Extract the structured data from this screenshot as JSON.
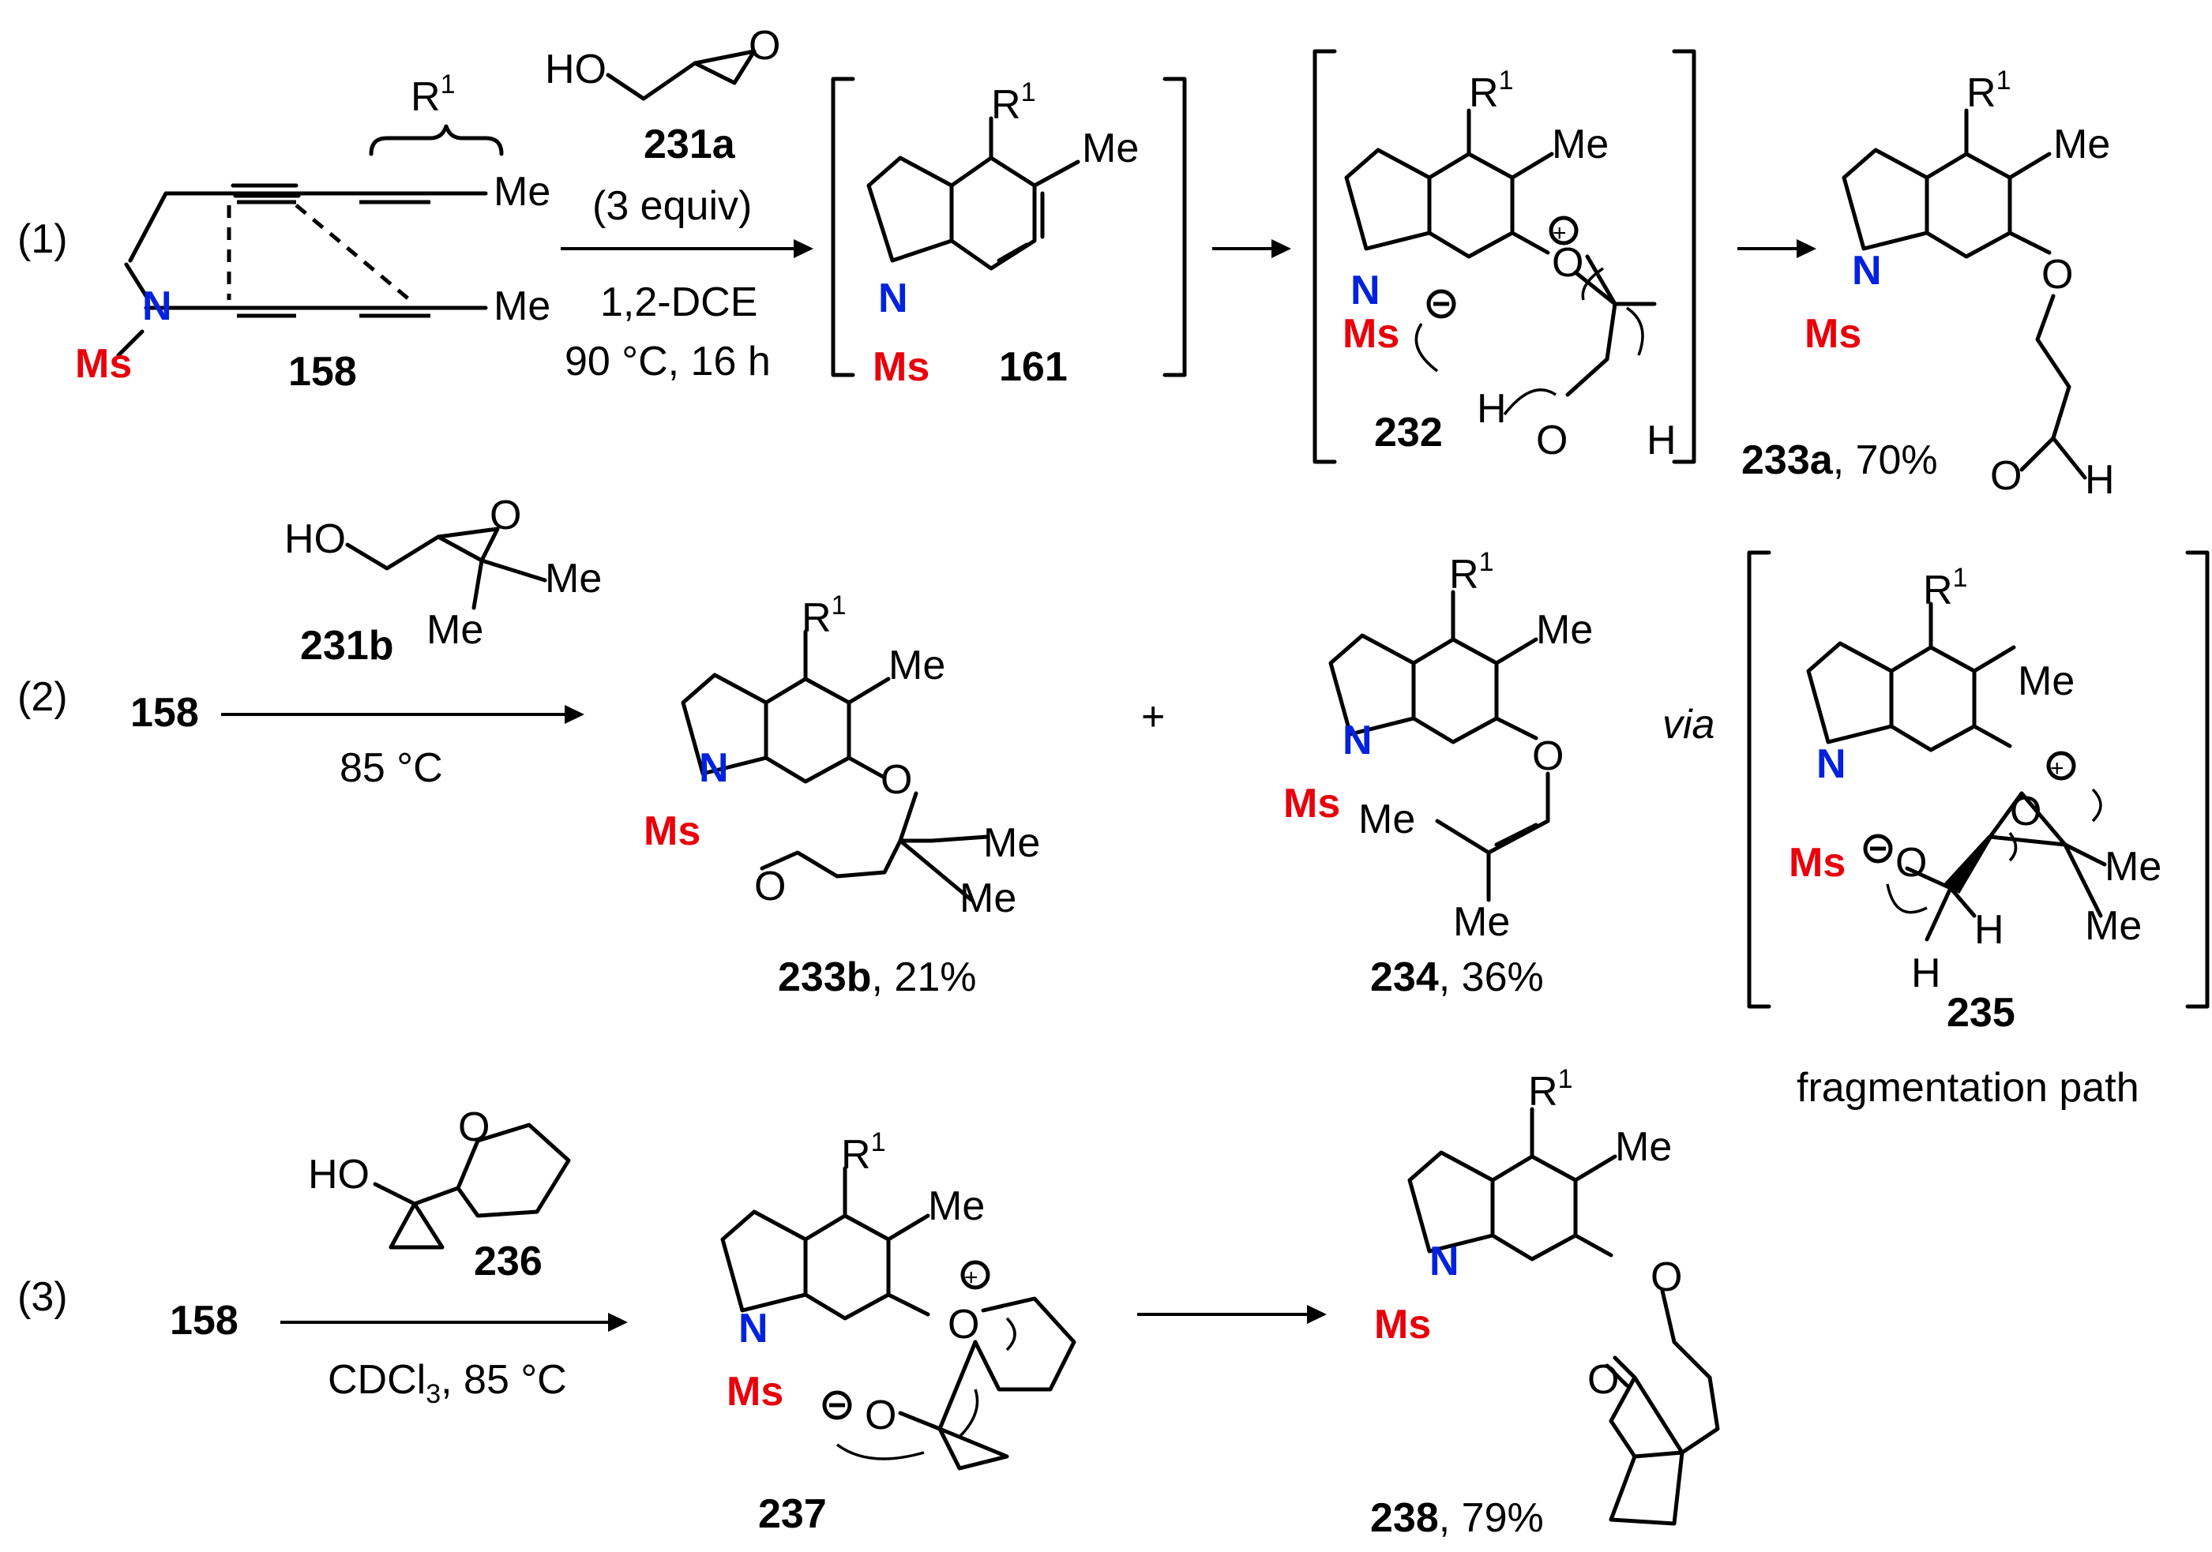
{
  "reactions": {
    "r1": {
      "label": "(1)",
      "reagent_name": "231a",
      "reagent_equiv": "(3 equiv)",
      "solvent": "1,2-DCE",
      "conditions": "90 °C, 16 h",
      "start_label": "158",
      "intermediate1": "161",
      "intermediate2": "232",
      "product": "233a",
      "product_yield": ", 70%"
    },
    "r2": {
      "label": "(2)",
      "start_label": "158",
      "reagent_name": "231b",
      "conditions": "85 °C",
      "product1": "233b",
      "product1_yield": ", 21%",
      "product2": "234",
      "product2_yield": ", 36%",
      "via": "via",
      "intermediate": "235",
      "path_note": "fragmentation path"
    },
    "r3": {
      "label": "(3)",
      "start_label": "158",
      "reagent_name": "236",
      "solvent": "CDCl",
      "solvent_sub": "3",
      "conditions_rest": ", 85 °C",
      "intermediate": "237",
      "product": "238",
      "product_yield": ", 79%"
    }
  },
  "atoms": {
    "R": "R",
    "R_sup": "1",
    "Me": "Me",
    "N": "N",
    "Ms": "Ms",
    "O": "O",
    "HO": "HO",
    "H": "H",
    "plus": "+"
  }
}
